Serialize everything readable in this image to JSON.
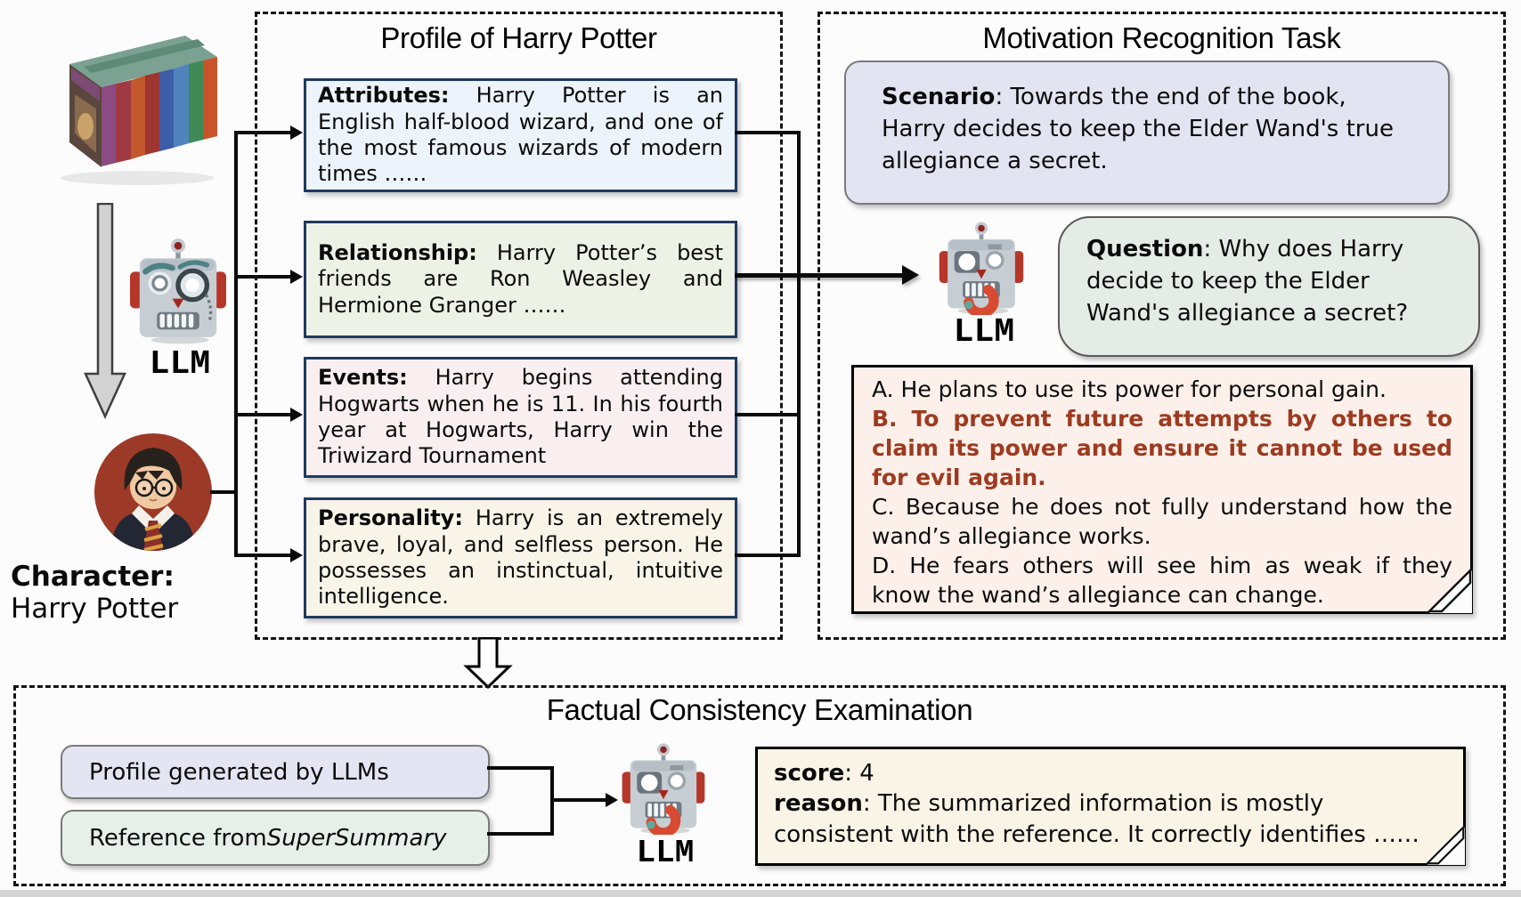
{
  "left_column": {
    "book_set_icon": "harry-potter-book-box-set",
    "llm_label": "LLM",
    "character_label": "Character:",
    "character_name": "Harry Potter"
  },
  "profile_panel": {
    "title": "Profile of Harry Potter",
    "boxes": [
      {
        "label": "Attributes:",
        "text": " Harry Potter is an English half-blood wizard, and one of the most famous wizards of modern times ……",
        "fill": "#edf3fa"
      },
      {
        "label": "Relationship:",
        "text": " Harry Potter’s best friends are Ron Weasley and Hermione Granger ……",
        "fill": "#edf2e6"
      },
      {
        "label": "Events:",
        "text": " Harry begins attending Hogwarts when he is 11. In his fourth year at Hogwarts, Harry win the Triwizard Tournament",
        "fill": "#f9eff0"
      },
      {
        "label": "Personality:",
        "text": " Harry is an extremely brave, loyal, and selfless person. He possesses an instinctual, intuitive intelligence.",
        "fill": "#f8f4e8"
      }
    ]
  },
  "motivation_panel": {
    "title": "Motivation Recognition Task",
    "llm_label": "LLM",
    "scenario": {
      "label": "Scenario",
      "text": ": Towards the end of the book, Harry decides to keep the Elder Wand's true allegiance a secret."
    },
    "question": {
      "label": "Question",
      "text": ": Why does Harry decide to keep the Elder Wand's allegiance a secret?"
    },
    "options": [
      {
        "id": "A",
        "text": "A. He plans to use its power for personal gain.",
        "correct": false
      },
      {
        "id": "B",
        "text": "B. To prevent future attempts by others to claim its power and ensure it cannot be used for evil again.",
        "correct": true
      },
      {
        "id": "C",
        "text": "C. Because he does not fully understand how the wand’s allegiance works.",
        "correct": false
      },
      {
        "id": "D",
        "text": "D. He fears others will see him as weak if they know the wand’s allegiance can change.",
        "correct": false
      }
    ],
    "correct_option_color": "#9e3a1f"
  },
  "factual_panel": {
    "title": "Factual Consistency Examination",
    "llm_label": "LLM",
    "inputs": [
      {
        "text": "Profile generated by LLMs",
        "fill": "#e4e4f2"
      },
      {
        "text_prefix": "Reference from ",
        "text_italic": "SuperSummary",
        "fill": "#e7efe9"
      }
    ],
    "result": {
      "score_label": "score",
      "score_value": ": 4",
      "reason_label": "reason",
      "reason_text": ": The summarized information is mostly consistent with the reference. It correctly identifies ……"
    }
  },
  "colors": {
    "profile_box_border": "#1f3a5f",
    "dashed_border": "#141414",
    "correct_answer": "#9e3a1f",
    "robot_body": "#c6cdd3",
    "robot_ear_red": "#b5372a"
  }
}
